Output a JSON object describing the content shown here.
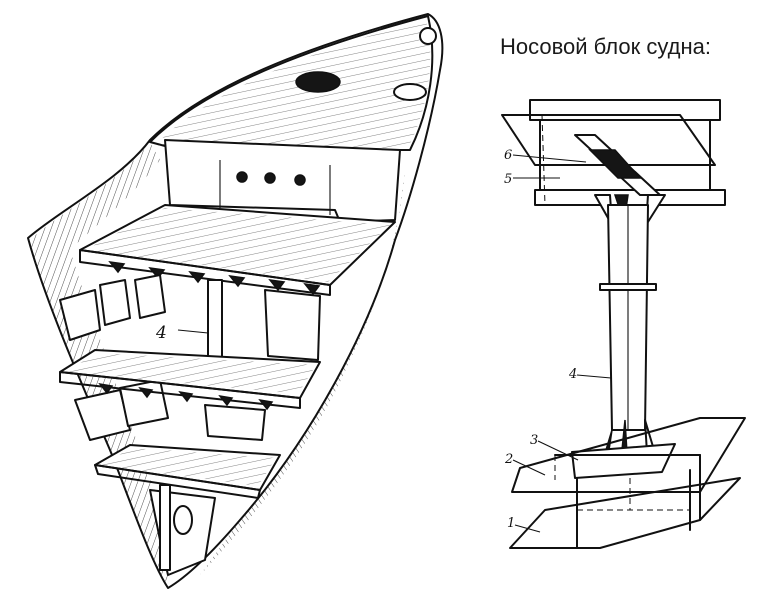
{
  "title": "Носовой блок судна:",
  "hull_callout": "4",
  "pillar_labels": [
    "6",
    "5",
    "4",
    "3",
    "2",
    "1"
  ]
}
